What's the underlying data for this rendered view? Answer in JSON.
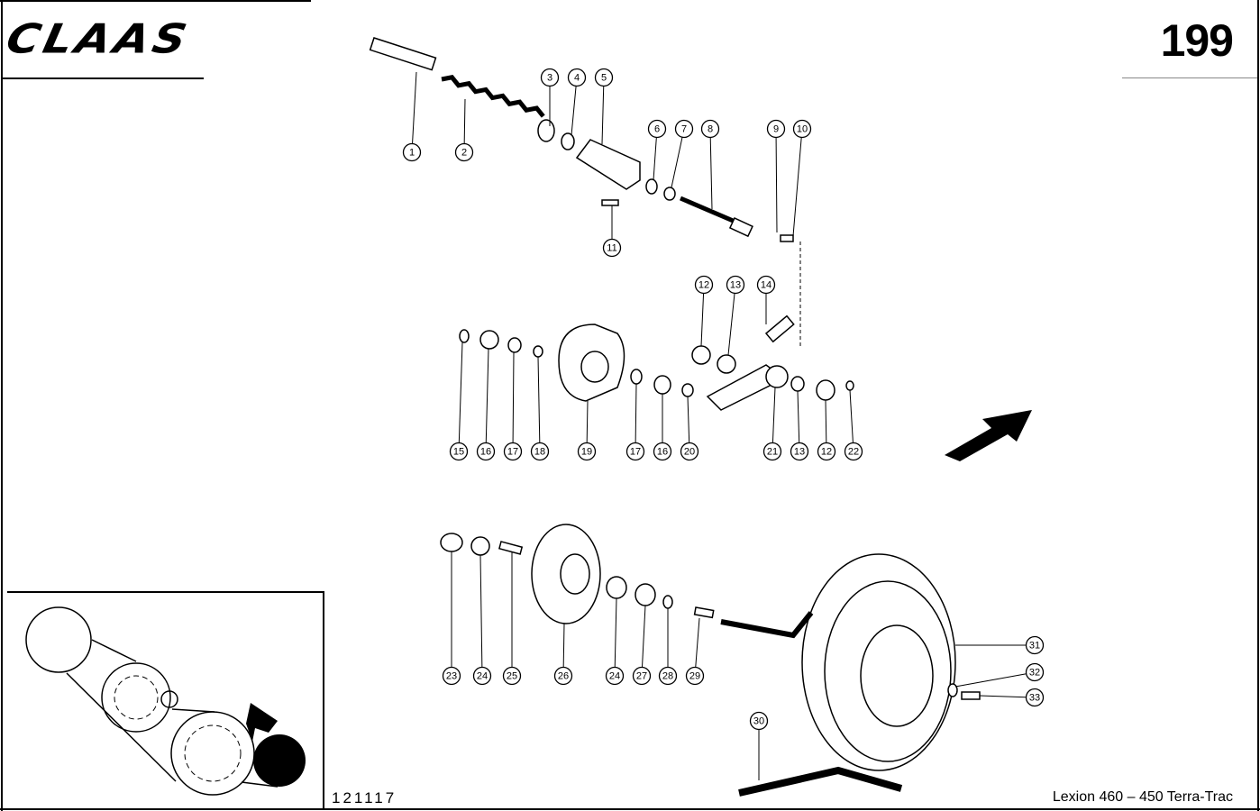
{
  "header": {
    "brand": "CLAAS",
    "page_number": "199"
  },
  "footer": {
    "drawing_number": "121117",
    "model": "Lexion 460 – 450 Terra-Trac"
  },
  "callouts": [
    "1",
    "2",
    "3",
    "4",
    "5",
    "6",
    "7",
    "8",
    "9",
    "10",
    "11",
    "12",
    "13",
    "14",
    "15",
    "16",
    "17",
    "18",
    "19",
    "17",
    "16",
    "20",
    "21",
    "13",
    "12",
    "22",
    "23",
    "24",
    "25",
    "26",
    "24",
    "27",
    "28",
    "29",
    "30",
    "31",
    "32",
    "33"
  ],
  "icons": {
    "direction_arrow": "arrow-up-right"
  }
}
